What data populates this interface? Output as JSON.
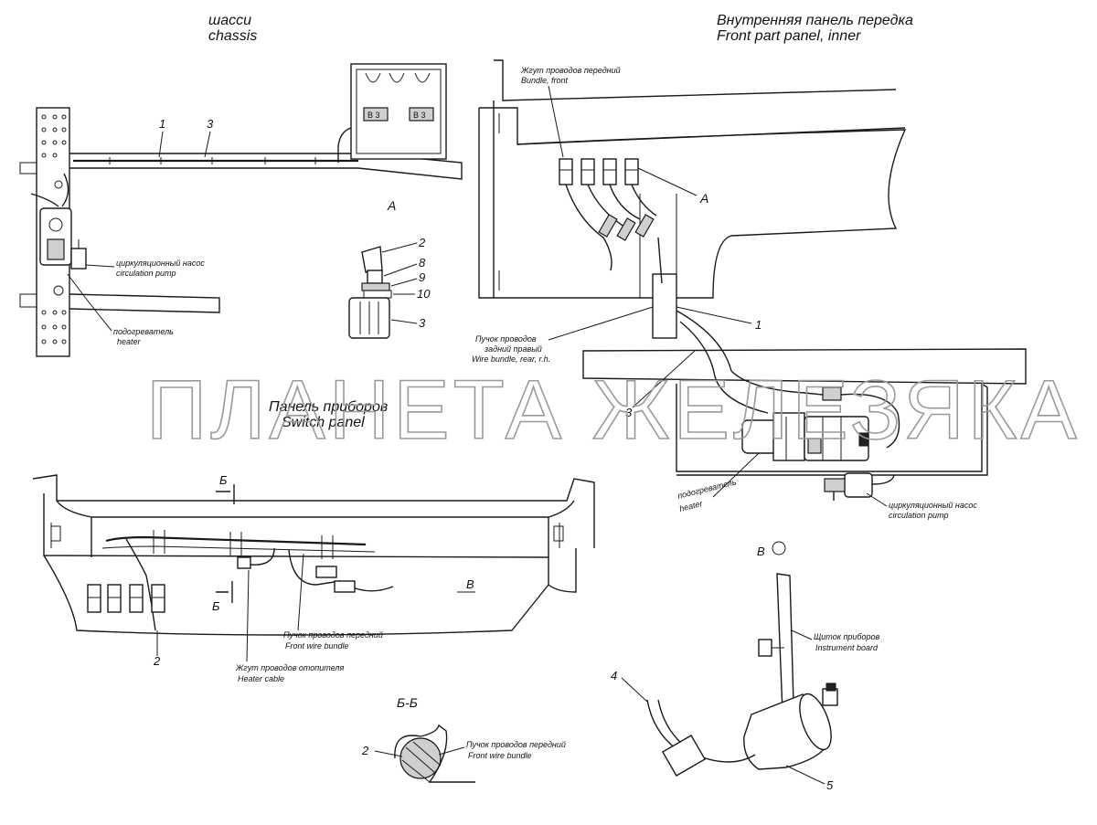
{
  "sections": {
    "chassis": {
      "ru": "шасси",
      "en": "chassis"
    },
    "front_panel": {
      "ru": "Внутренняя панель передка",
      "en": "Front part panel, inner"
    },
    "switch_panel": {
      "ru": "Панель приборов",
      "en": "Switch panel"
    }
  },
  "labels": {
    "pump_left": {
      "ru": "циркуляционный насос",
      "en": "circulation pump"
    },
    "heater_left": {
      "ru": "подогреватель",
      "en": "heater"
    },
    "bundle_front": {
      "ru": "Жгут проводов передний",
      "en": "Bundle, front"
    },
    "bundle_rear": {
      "ru1": "Пучок проводов",
      "ru2": "задний правый",
      "en": "Wire bundle, rear, r.h."
    },
    "heater_right": {
      "ru": "подогреватель",
      "en": "heater"
    },
    "pump_right": {
      "ru": "циркуляционный насос",
      "en": "circulation pump"
    },
    "front_wire_bundle": {
      "ru": "Пучок проводов передний",
      "en": "Front wire bundle"
    },
    "heater_cable": {
      "ru": "Жгут проводов отопителя",
      "en": "Heater cable"
    },
    "instrument_board": {
      "ru": "Щиток приборов",
      "en": "Instrument board"
    },
    "front_wire_bundle_2": {
      "ru": "Пучок проводов передний",
      "en": "Front wire bundle"
    }
  },
  "views": {
    "A_left": "A",
    "A_right": "A",
    "B_top": "Б",
    "B_bottom": "Б",
    "V_arrow": "В",
    "V_view": "В",
    "section_BB": "Б-Б"
  },
  "callouts": {
    "c1_chassis": "1",
    "c3_chassis": "3",
    "c2_a": "2",
    "c8_a": "8",
    "c9_a": "9",
    "c10_a": "10",
    "c3_a": "3",
    "c1_right": "1",
    "c3_right": "3",
    "c2_switch": "2",
    "c2_bb": "2",
    "c4": "4",
    "c5": "5"
  },
  "watermark": "ПЛАНЕТА ЖЕЛЕЗЯКА"
}
